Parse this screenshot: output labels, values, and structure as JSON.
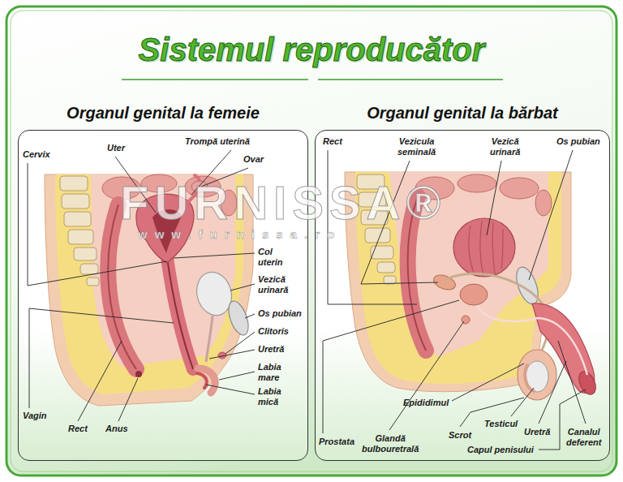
{
  "diagram": {
    "title": "Sistemul reproducător",
    "nodes": [
      {
        "text": [
          "Organul genital la femeie"
        ]
      },
      {
        "text": [
          "Organul genital la bărbat"
        ]
      }
    ],
    "labels": [
      "Cervix",
      "Uter",
      "Trompă uterină",
      "Ovar",
      "Col uterin",
      "Vezică urinară",
      "Os pubian",
      "Clitoris",
      "Uretră",
      "Labia mare",
      "Labia mică",
      "Vagin",
      "Rect",
      "Anus",
      "Rect",
      "Vezicula seminală",
      "Vezică urinară",
      "Os pubian",
      "Prostata",
      "Glandă bulbouretrală",
      "Epididimul",
      "Scrot",
      "Testicul",
      "Capul penisului",
      "Uretră",
      "Canalul deferent",
      "FURNISSA®",
      "www.furnissa.ro"
    ]
  }
}
